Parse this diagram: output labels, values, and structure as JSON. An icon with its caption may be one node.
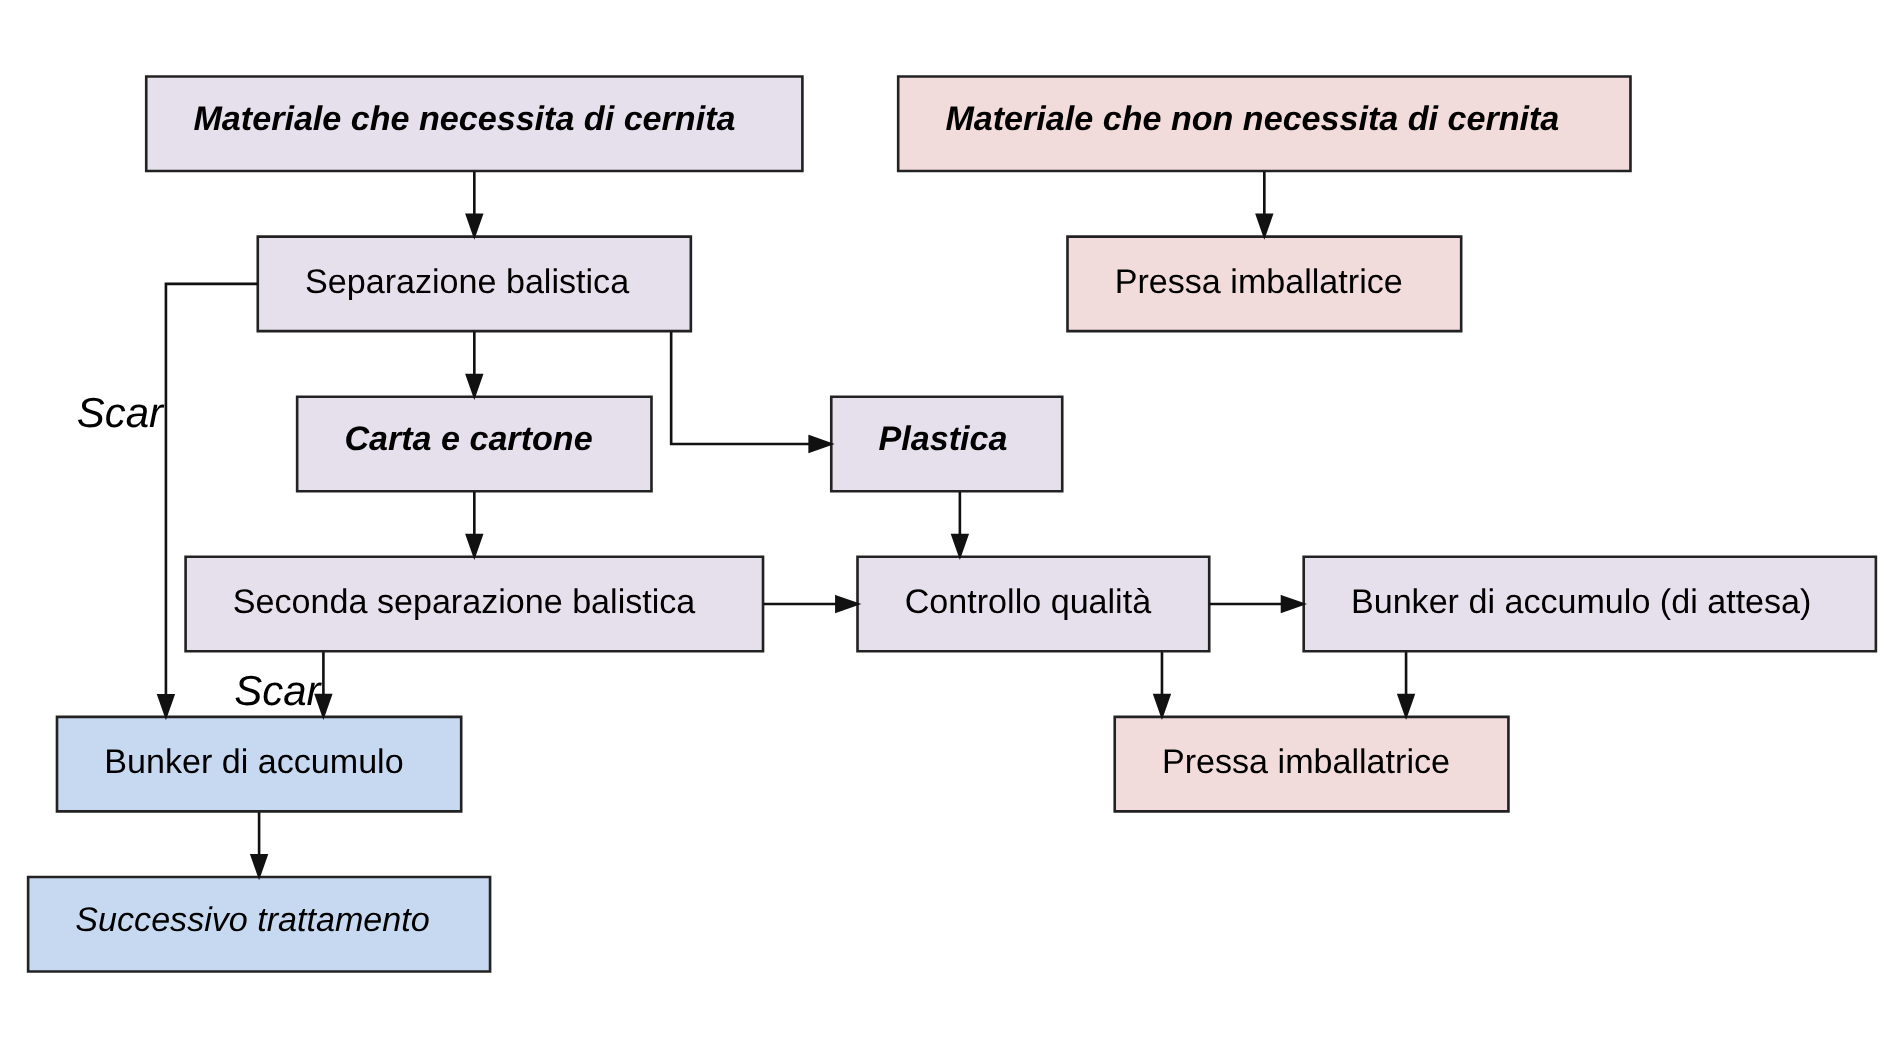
{
  "diagram": {
    "nodes": [
      {
        "text": [
          "Materiale che necessita di cernita"
        ]
      },
      {
        "text": [
          "Materiale che non necessita di cernita"
        ]
      },
      {
        "text": [
          "Separazione balistica"
        ]
      },
      {
        "text": [
          "Pressa imballatrice"
        ]
      },
      {
        "text": [
          "Carta e cartone"
        ]
      },
      {
        "text": [
          "Plastica"
        ]
      },
      {
        "text": [
          "Seconda separazione balistica"
        ]
      },
      {
        "text": [
          "Controllo qualità"
        ]
      },
      {
        "text": [
          "Bunker di accumulo (di attesa)"
        ]
      },
      {
        "text": [
          "Bunker di accumulo"
        ]
      },
      {
        "text": [
          "Pressa imballatrice"
        ]
      },
      {
        "text": [
          "Successivo trattamento"
        ]
      }
    ],
    "edges": [
      {
        "from": 0,
        "to": 2,
        "arrow": "to"
      },
      {
        "from": 1,
        "to": 3,
        "arrow": "to"
      },
      {
        "from": 2,
        "to": 4,
        "arrow": "to"
      },
      {
        "from": 2,
        "to": 5,
        "arrow": "to"
      },
      {
        "from": 2,
        "to": 9,
        "arrow": "to",
        "label": "Scar"
      },
      {
        "from": 4,
        "to": 6,
        "arrow": "to"
      },
      {
        "from": 5,
        "to": 7,
        "arrow": "to"
      },
      {
        "from": 6,
        "to": 7,
        "arrow": "to"
      },
      {
        "from": 6,
        "to": 9,
        "arrow": "to",
        "label": "Scar"
      },
      {
        "from": 7,
        "to": 8,
        "arrow": "to"
      },
      {
        "from": 7,
        "to": 10,
        "arrow": "to"
      },
      {
        "from": 8,
        "to": 10,
        "arrow": "to"
      },
      {
        "from": 9,
        "to": 11,
        "arrow": "to"
      }
    ]
  }
}
